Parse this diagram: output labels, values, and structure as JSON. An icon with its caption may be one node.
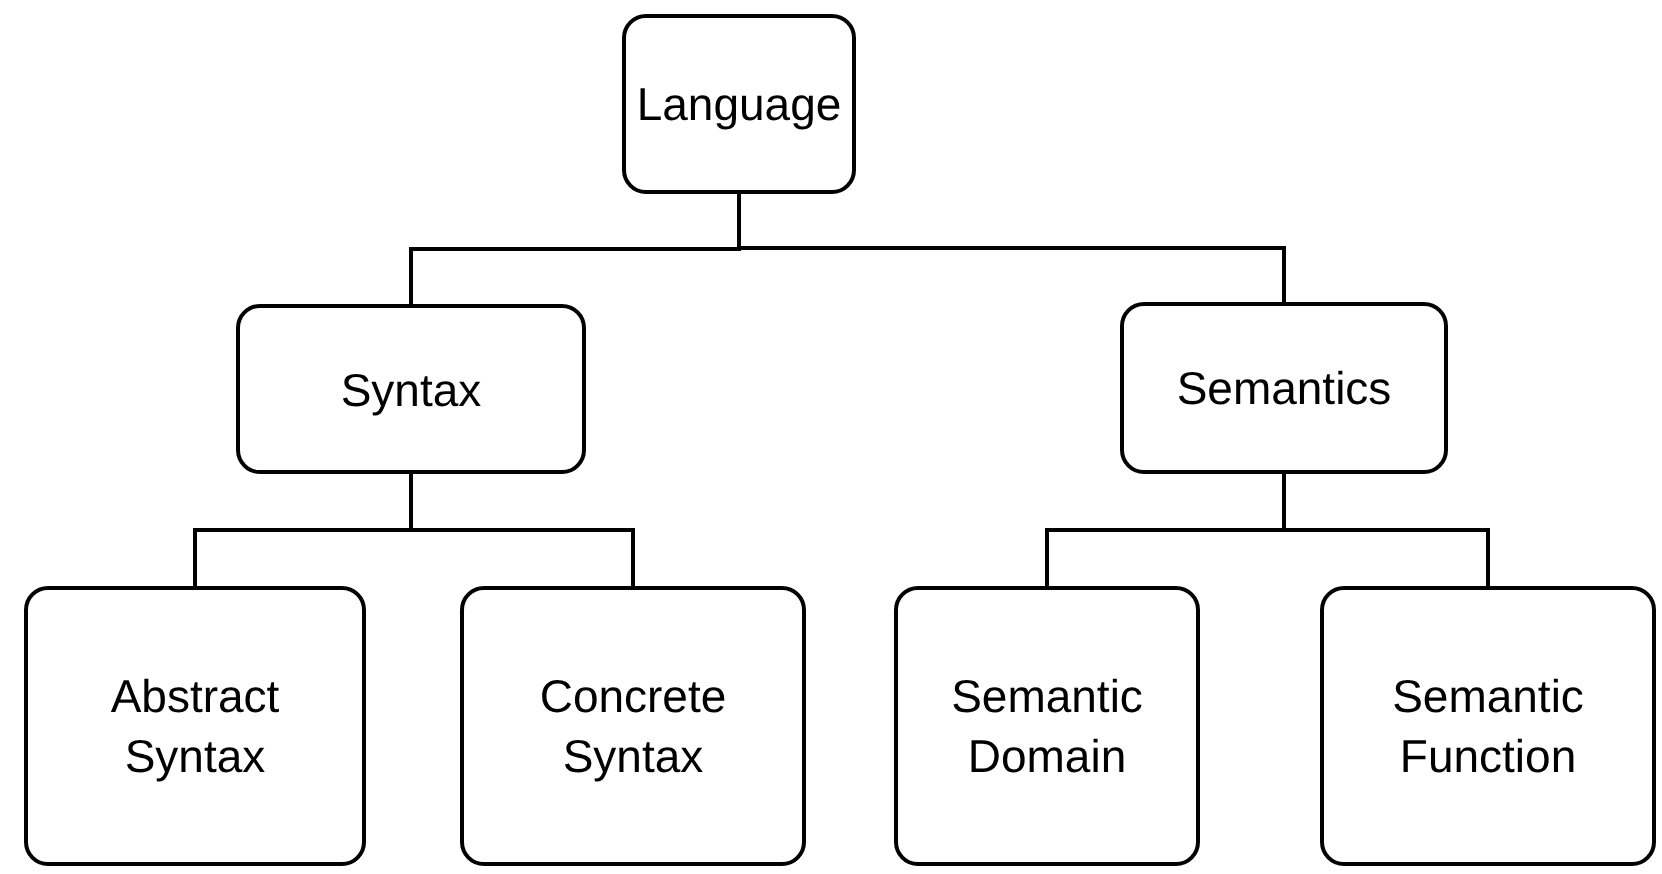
{
  "diagram": {
    "nodes": [
      {
        "text": [
          "Language"
        ]
      },
      {
        "text": [
          "Syntax"
        ]
      },
      {
        "text": [
          "Semantics"
        ]
      },
      {
        "text": [
          "Abstract Syntax"
        ]
      },
      {
        "text": [
          "Concrete Syntax"
        ]
      },
      {
        "text": [
          "Semantic Domain"
        ]
      },
      {
        "text": [
          "Semantic Function"
        ]
      }
    ],
    "edges": [
      {
        "from": 0,
        "to": 1,
        "arrow": "none"
      },
      {
        "from": 0,
        "to": 2,
        "arrow": "none"
      },
      {
        "from": 1,
        "to": 3,
        "arrow": "none"
      },
      {
        "from": 1,
        "to": 4,
        "arrow": "none"
      },
      {
        "from": 2,
        "to": 5,
        "arrow": "none"
      },
      {
        "from": 2,
        "to": 6,
        "arrow": "none"
      }
    ]
  }
}
